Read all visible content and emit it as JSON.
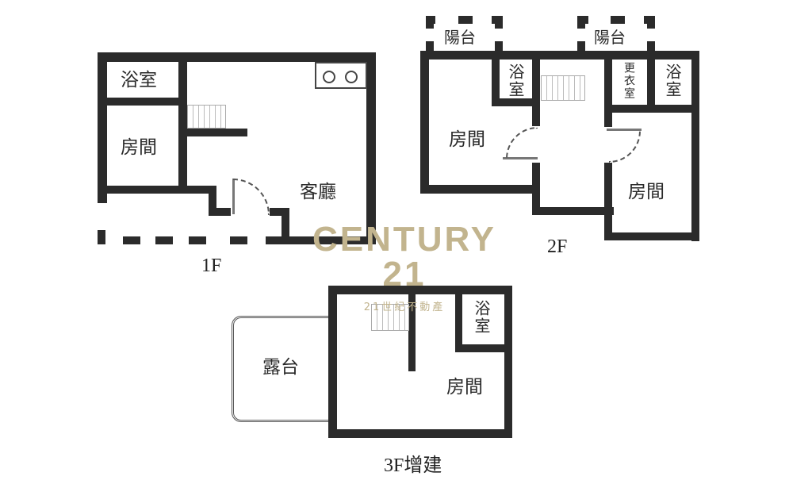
{
  "floors": {
    "f1": {
      "label": "1F",
      "rooms": {
        "bathroom": "浴室",
        "bedroom": "房間",
        "living_room": "客廳"
      }
    },
    "f2": {
      "label": "2F",
      "rooms": {
        "balcony_left": "陽台",
        "balcony_right": "陽台",
        "bathroom_left": "浴室",
        "closet": "更衣室",
        "bathroom_right": "浴室",
        "bedroom_left": "房間",
        "bedroom_right": "房間"
      }
    },
    "f3": {
      "label": "3F增建",
      "rooms": {
        "terrace": "露台",
        "bathroom": "浴室",
        "bedroom": "房間"
      }
    }
  },
  "watermark": {
    "brand": "CENTURY 21",
    "subtitle": "21世紀不動產"
  },
  "colors": {
    "wall": "#2b2b2b",
    "watermark": "#c2b48e"
  }
}
